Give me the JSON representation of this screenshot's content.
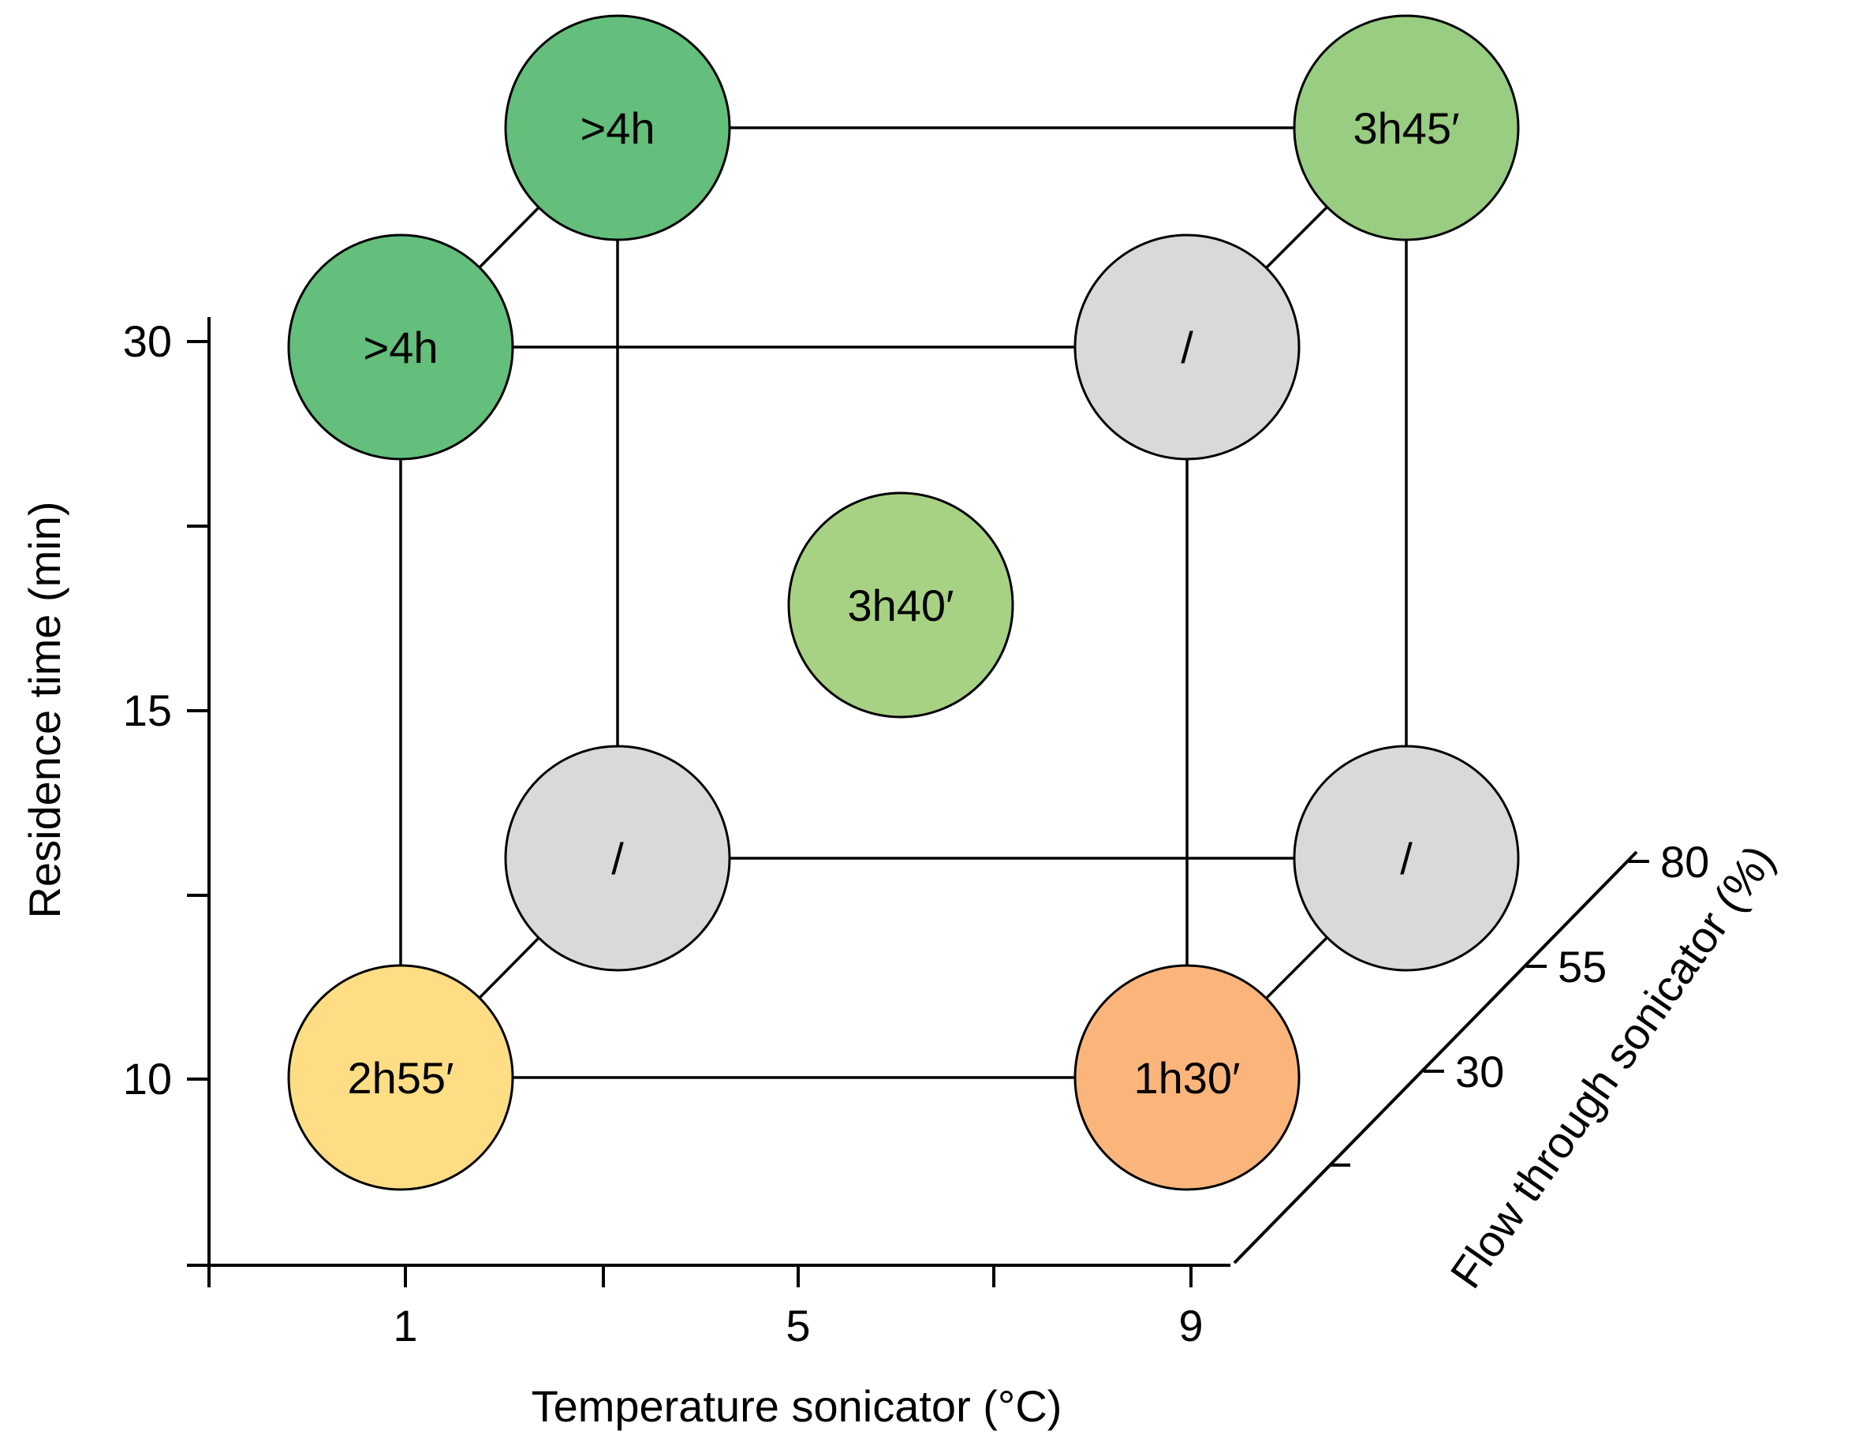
{
  "axes": {
    "x": {
      "title": "Temperature sonicator (°C)",
      "ticks": [
        "1",
        "5",
        "9"
      ]
    },
    "y": {
      "title": "Residence time (min)",
      "ticks": [
        "30",
        "15",
        "10"
      ]
    },
    "z": {
      "title": "Flow through sonicator (%)",
      "ticks": [
        "80",
        "55",
        "30"
      ]
    }
  },
  "nodes": [
    {
      "label": ">4h",
      "temperature": 1,
      "residence_time": 30,
      "flow": 80,
      "color": "#63bf7b"
    },
    {
      "label": "3h45′",
      "temperature": 9,
      "residence_time": 30,
      "flow": 80,
      "color": "#98cd82"
    },
    {
      "label": ">4h",
      "temperature": 1,
      "residence_time": 30,
      "flow": 30,
      "color": "#63bf7b"
    },
    {
      "label": "/",
      "temperature": 9,
      "residence_time": 30,
      "flow": 30,
      "color": "#d9d9d9"
    },
    {
      "label": "3h40′",
      "temperature": 5,
      "residence_time": 15,
      "flow": 55,
      "color": "#a8d283"
    },
    {
      "label": "/",
      "temperature": 1,
      "residence_time": 10,
      "flow": 80,
      "color": "#d9d9d9"
    },
    {
      "label": "/",
      "temperature": 9,
      "residence_time": 10,
      "flow": 80,
      "color": "#d9d9d9"
    },
    {
      "label": "2h55′",
      "temperature": 1,
      "residence_time": 10,
      "flow": 30,
      "color": "#fedd84"
    },
    {
      "label": "1h30′",
      "temperature": 9,
      "residence_time": 10,
      "flow": 30,
      "color": "#fbb57b"
    }
  ]
}
